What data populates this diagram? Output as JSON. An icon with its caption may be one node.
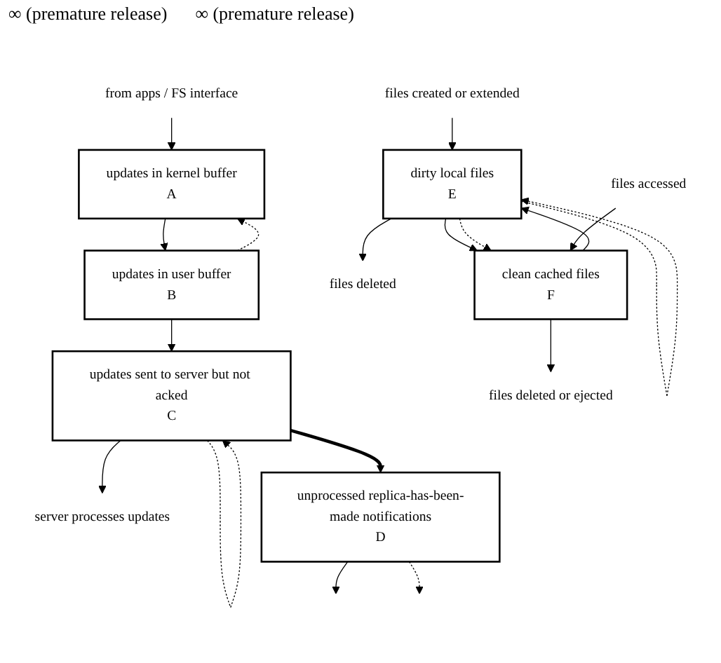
{
  "diagram": {
    "nodes": [
      {
        "text": [
          "from apps / FS interface"
        ]
      },
      {
        "text": [
          "server processes updates"
        ]
      },
      {
        "text": [
          "updates in kernel buffer",
          "A"
        ]
      },
      {
        "text": [
          "updates in user buffer",
          "B"
        ]
      },
      {
        "text": [
          "updates sent to server but not acked",
          "C"
        ]
      },
      {
        "text": [
          "files deleted"
        ]
      },
      {
        "text": [
          "files deleted or ejected"
        ]
      },
      {
        "text": [
          "dirty local files",
          "E"
        ]
      },
      {
        "text": [
          "clean cached files",
          "F"
        ]
      },
      {
        "text": [
          "unprocessed replica-has-been-made notifications",
          "D"
        ]
      },
      {
        "text": [
          "files created or extended"
        ]
      },
      {
        "text": [
          "files accessed"
        ]
      }
    ],
    "edges": [
      {
        "from": 0,
        "to": 2,
        "arrow": "to"
      },
      {
        "from": 3,
        "to": 2,
        "arrow": "to",
        "style": "dashed"
      },
      {
        "from": 2,
        "to": 3,
        "arrow": "to"
      },
      {
        "from": 3,
        "to": 4,
        "arrow": "to"
      },
      {
        "from": 4,
        "to": 4,
        "arrow": "to",
        "style": "dashed"
      },
      {
        "from": 4,
        "to": 1,
        "arrow": "to"
      },
      {
        "from": 4,
        "to": 9,
        "arrow": "to",
        "style": "thick"
      },
      {
        "from": 9,
        "to": null,
        "arrow": "to"
      },
      {
        "from": 9,
        "to": null,
        "arrow": "to",
        "style": "dashed"
      },
      {
        "from": 7,
        "to": 5,
        "arrow": "to"
      },
      {
        "from": 8,
        "to": 6,
        "arrow": "to"
      },
      {
        "from": 7,
        "to": 8,
        "arrow": "to"
      },
      {
        "from": 8,
        "to": 7,
        "arrow": "to"
      },
      {
        "from": 10,
        "to": 7,
        "arrow": "to"
      },
      {
        "from": 7,
        "to": 7,
        "arrow": "to",
        "style": "dashed"
      },
      {
        "from": 7,
        "to": 8,
        "arrow": "to",
        "style": "dashed"
      },
      {
        "from": 11,
        "to": 8,
        "arrow": "to"
      }
    ],
    "labels": [
      "∞ (premature release)",
      "∞ (premature release)"
    ]
  }
}
